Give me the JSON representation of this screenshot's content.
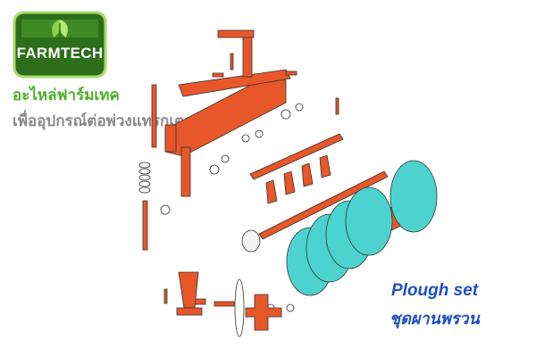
{
  "logo": {
    "text": "FARMTECH",
    "bg_color": "#2d6e1a",
    "border_color": "#a8d96b"
  },
  "brand": {
    "title_th": "อะไหล่ฟาร์มเทค",
    "subtitle_th": "เพื่ออุปกรณ์ต่อพ่วงแทรกเตอร์"
  },
  "product": {
    "name_en": "Plough set",
    "name_th": "ชุดผานพรวน"
  },
  "colors": {
    "part_orange": "#e8572a",
    "disc_cyan": "#4dd3cf",
    "outline": "#333333",
    "text_blue": "#1e4fc0",
    "brand_green": "#4caf2a"
  }
}
